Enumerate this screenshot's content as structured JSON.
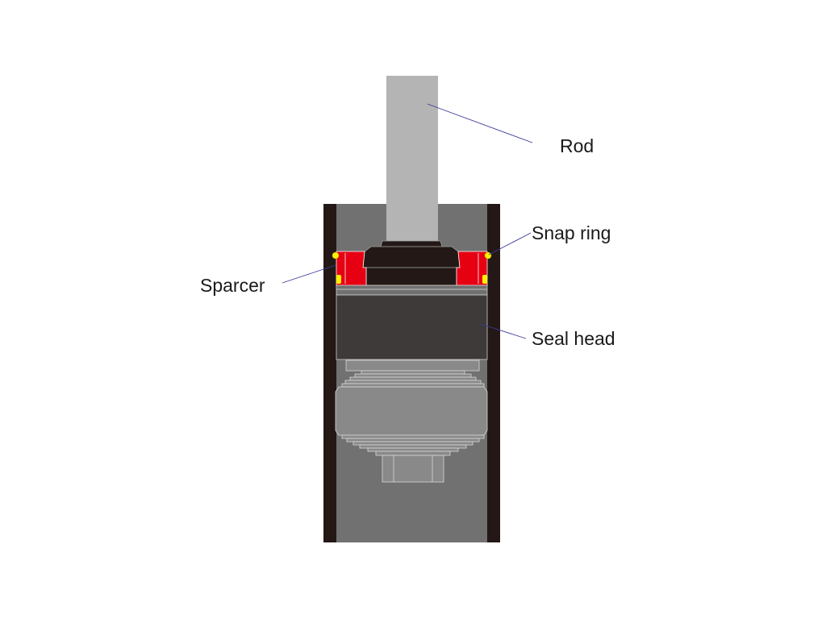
{
  "diagram": {
    "labels": {
      "rod": "Rod",
      "snap_ring": "Snap ring",
      "spacer": "Sparcer",
      "seal_head": "Seal head"
    },
    "colors": {
      "tube_wall": "#231815",
      "tube_inner": "#717171",
      "rod": "#b4b4b4",
      "seal_head": "#3e3a39",
      "seal_cap": "#231815",
      "spacer": "#e60012",
      "snap_ring": "#fff100",
      "piston": "#898989",
      "leader_line": "#3b3b9a"
    }
  }
}
